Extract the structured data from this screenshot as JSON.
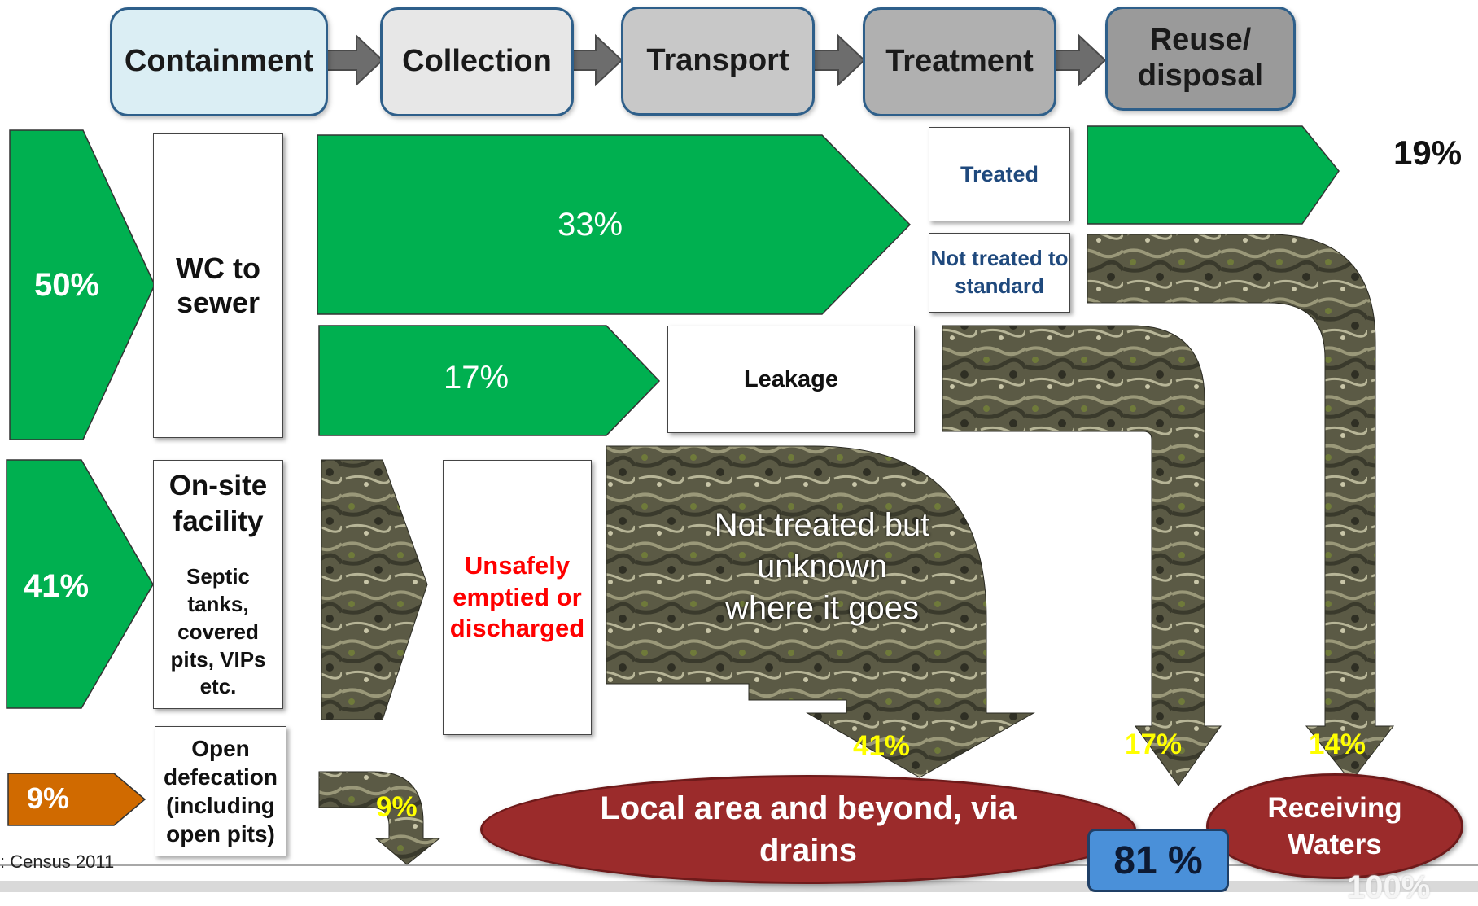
{
  "stages": [
    {
      "label": "Containment",
      "color": "#dbeef4"
    },
    {
      "label": "Collection",
      "color": "#e7e7e7"
    },
    {
      "label": "Transport",
      "color": "#c8c8c8"
    },
    {
      "label": "Treatment",
      "color": "#b0b0b0"
    },
    {
      "label": "Reuse/ disposal",
      "color": "#9a9a9a"
    }
  ],
  "rows": {
    "sewer": {
      "share": "50%",
      "box_title": "WC to sewer",
      "collected": "33%",
      "leak": "17%",
      "leak_box": "Leakage"
    },
    "onsite": {
      "share": "41%",
      "box_title": "On-site facility",
      "box_sub": "Septic tanks, covered pits, VIPs etc.",
      "emptied_box": "Unsafely emptied or discharged",
      "unknown_text": "Not treated but unknown where it goes"
    },
    "open": {
      "share": "9%",
      "box_title": "Open defecation (including open pits)"
    }
  },
  "treatment": {
    "treated": "Treated",
    "not_treated": "Not treated to standard"
  },
  "reuse_pct": "19%",
  "flow_pcts": {
    "open": "9%",
    "local": "41%",
    "leak": "17%",
    "untreated": "14%"
  },
  "destinations": {
    "local": "Local area and beyond, via drains",
    "receiving": "Receiving Waters"
  },
  "total_unsafe": "81 %",
  "source": ":  Census 2011",
  "bottom_corner": "100%",
  "colors": {
    "green": "#00b050",
    "orange": "#d06a00",
    "red_text": "#ff0000",
    "blue_text": "#1f497d",
    "ellipse": "#9b2b2b",
    "stage_border": "#2e5f8a"
  }
}
